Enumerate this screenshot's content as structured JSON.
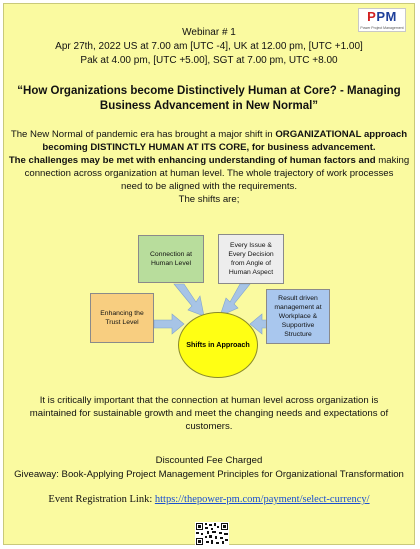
{
  "header": {
    "webinar": "Webinar # 1",
    "time_line_1": "Apr 27th, 2022 US at 7.00 am [UTC -4], UK at 12.00 pm, [UTC +1.00]",
    "time_line_2": "Pak at 4.00 pm, [UTC +5.00], SGT at 7.00 pm, UTC +8.00"
  },
  "logo": {
    "text_p": "P",
    "text_rest": "PM",
    "subtitle": "Power Project Management"
  },
  "title": {
    "line_1": "“How Organizations become Distinctively Human at Core? - Managing",
    "line_2": "Business Advancement in New Normal”"
  },
  "intro": {
    "l1_a": "The New Normal of pandemic era has brought a major shift in ",
    "l1_b": "ORGANIZATIONAL approach",
    "l2": "becoming DISTINCTLY HUMAN AT ITS CORE, for business advancement.",
    "l3_a": "The challenges may be met with enhancing understanding of human factors and",
    "l3_b": " making",
    "l4": "connection across organization at human level. The whole trajectory of work processes",
    "l5": "need to be aligned with the requirements.",
    "l6": "The shifts are;"
  },
  "diagram": {
    "center": "Shifts in Approach",
    "connection": "Connection at Human Level",
    "every_issue": "Every Issue & Every Decision from Angle of Human Aspect",
    "trust": "Enhancing the Trust Level",
    "result": "Result driven management at Workplace & Supportive Structure"
  },
  "closing": {
    "l1": "It is critically important that the connection at human level across organization is",
    "l2": "maintained for sustainable growth and meet the changing needs and expectations of",
    "l3": "customers."
  },
  "offer": {
    "discount": "Discounted Fee Charged",
    "giveaway": "Giveaway: Book-Applying Project Management Principles for Organizational Transformation"
  },
  "registration": {
    "label": "Event Registration Link: ",
    "url": "https://thepower-pm.com/payment/select-currency/"
  },
  "colors": {
    "background": "#fafaa0",
    "connection_box": "#b8dd9c",
    "every_issue_box": "#ededed",
    "trust_box": "#f8ce80",
    "result_box": "#a9c7ee",
    "center_circle": "#ffff14",
    "arrows": "#a7c4e6",
    "link": "#1a4fd0"
  },
  "icons": {
    "qr": "qr-code-icon",
    "arrows": "arrow-icon"
  }
}
